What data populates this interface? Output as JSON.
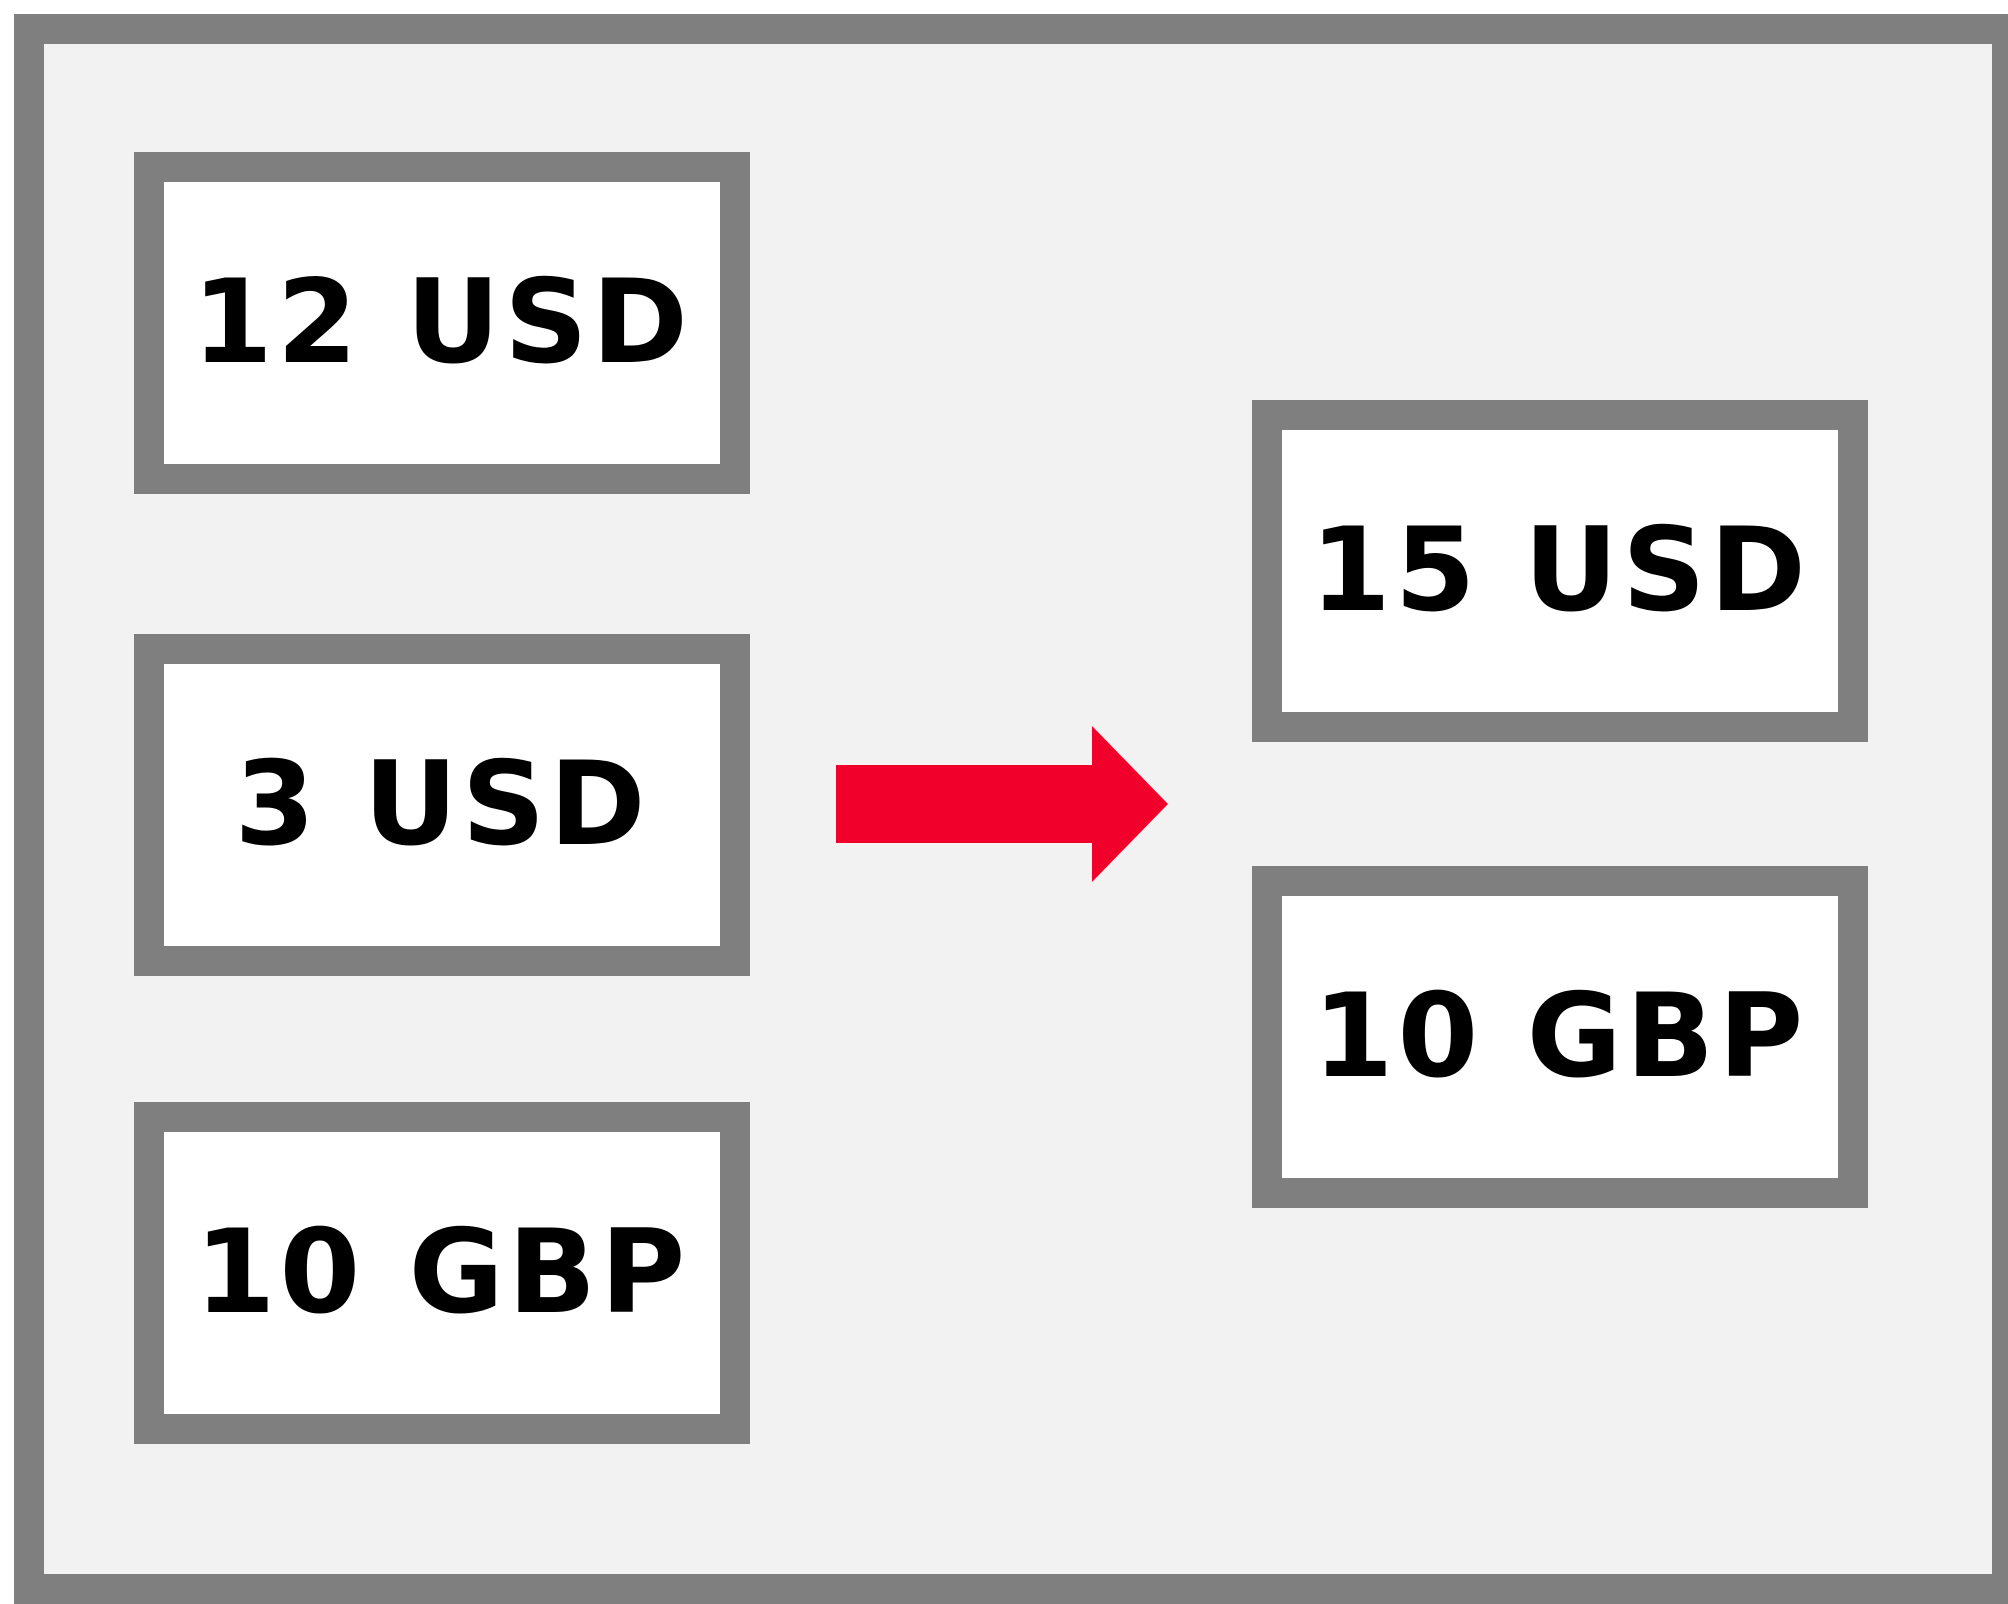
{
  "inputs": [
    {
      "label": "12 USD"
    },
    {
      "label": "3 USD"
    },
    {
      "label": "10 GBP"
    }
  ],
  "outputs": [
    {
      "label": "15 USD"
    },
    {
      "label": "10 GBP"
    }
  ],
  "colors": {
    "frame_border": "#7f7f7f",
    "frame_fill": "#f2f2f2",
    "box_fill": "#ffffff",
    "arrow": "#f0002a",
    "text": "#000000"
  },
  "icons": {
    "arrow": "right-arrow-icon"
  }
}
